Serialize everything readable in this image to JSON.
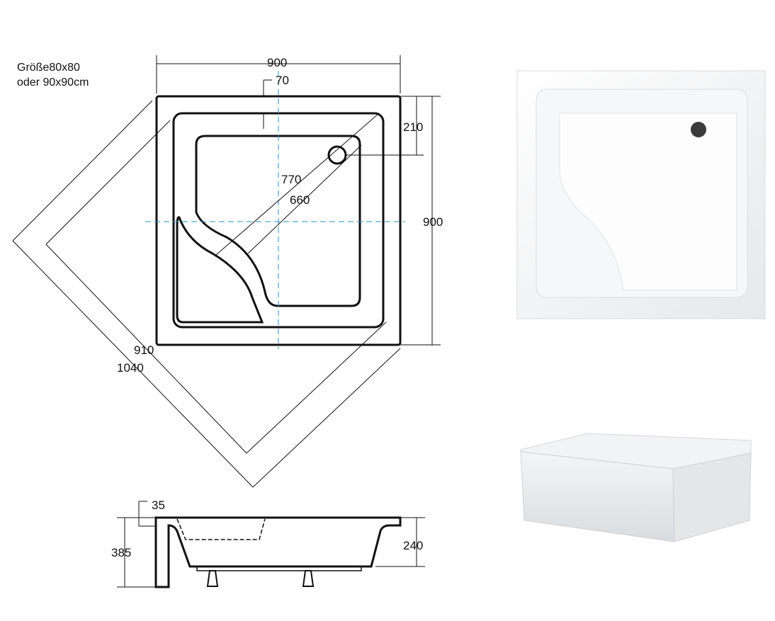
{
  "note": {
    "line1": "Größe80x80",
    "line2": "oder 90x90cm"
  },
  "dimensions": {
    "top_width": "900",
    "seat_offset": "70",
    "drain_offset": "210",
    "right_height": "900",
    "diag_inner": "770",
    "diag_basin": "660",
    "diag_910": "910",
    "diag_1040": "1040",
    "rim": "35",
    "total_height": "385",
    "tray_height": "240"
  },
  "colors": {
    "line": "#111111",
    "axis": "#2a8fd0"
  }
}
